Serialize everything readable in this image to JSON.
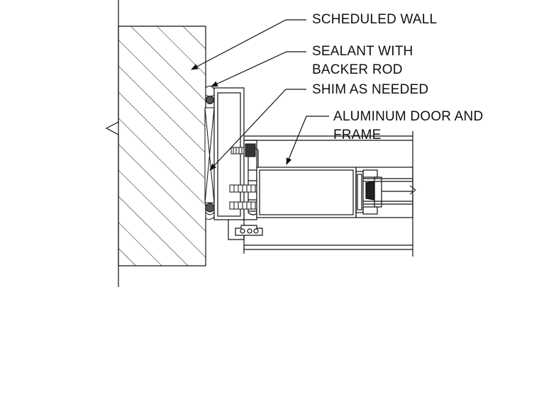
{
  "labels": {
    "scheduled_wall": "SCHEDULED WALL",
    "sealant_line1": "SEALANT WITH",
    "sealant_line2": "BACKER ROD",
    "shim": "SHIM AS NEEDED",
    "door_line1": "ALUMINUM DOOR AND",
    "door_line2": "FRAME"
  },
  "colors": {
    "line": "#111111",
    "background": "#ffffff"
  }
}
